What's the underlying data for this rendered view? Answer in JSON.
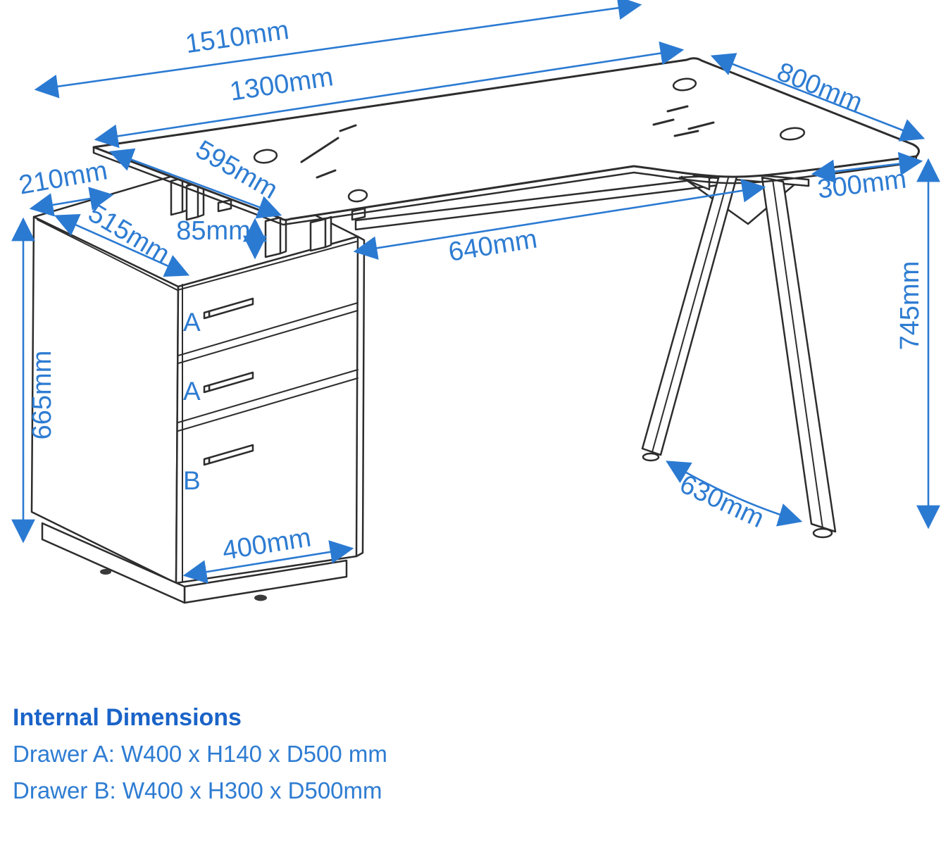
{
  "colors": {
    "dimension_blue": "#2b7ad2",
    "heading_blue": "#1a63c8",
    "line_dark": "#2d2d2d"
  },
  "drawing": {
    "dims": {
      "overall_width": "1510mm",
      "top_width": "1300mm",
      "return_depth": "800mm",
      "top_depth": "595mm",
      "back_offset": "210mm",
      "pedestal_top_depth": "515mm",
      "riser_height": "85mm",
      "knee_clearance": "640mm",
      "corner_overhang": "300mm",
      "overall_height": "745mm",
      "pedestal_height": "665mm",
      "leg_spread": "630mm",
      "drawer_front_width": "400mm"
    },
    "drawers": {
      "top": "A",
      "middle": "A",
      "bottom": "B"
    }
  },
  "notes": {
    "title": "Internal Dimensions",
    "drawer_a": "Drawer A: W400 x H140 x D500 mm",
    "drawer_b": "Drawer B: W400 x H300 x D500mm"
  }
}
